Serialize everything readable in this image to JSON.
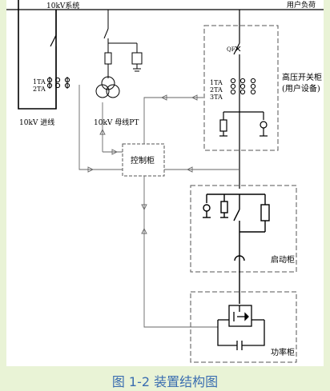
{
  "labels": {
    "bus_system": "10kV系统",
    "user_load": "用户负荷",
    "incoming_line": "10kV  进线",
    "bus_pt": "10kV  母线PT",
    "ta_left_1": "1TA",
    "ta_left_2": "2TA",
    "qf": "QF",
    "ta_right_1": "1TA",
    "ta_right_2": "2TA",
    "ta_right_3": "3TA",
    "hv_cabinet_1": "高压开关柜",
    "hv_cabinet_2": "(用户设备)",
    "control_cabinet": "控制柜",
    "start_cabinet": "启动柜",
    "power_cabinet": "功率柜"
  },
  "caption": "图 1-2  装置结构图",
  "colors": {
    "background": "#e9f3d6",
    "panel": "#ffffff",
    "line": "#000000",
    "thin_line": "#555555",
    "caption": "#3a6db0"
  }
}
